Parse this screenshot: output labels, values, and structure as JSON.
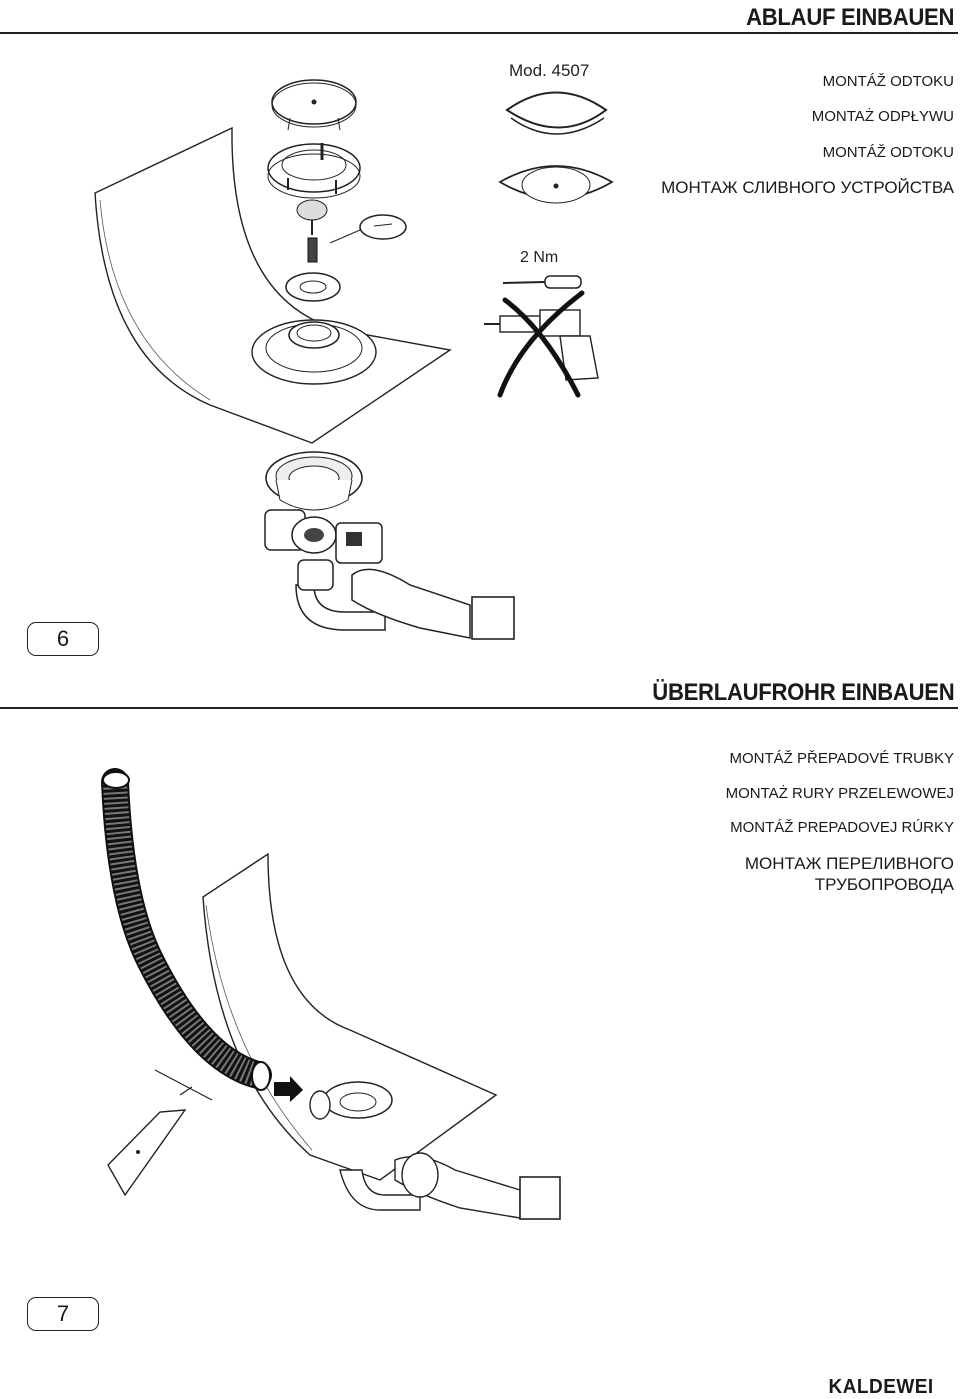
{
  "section1": {
    "title": "ABLAUF EINBAUEN",
    "model": "Mod. 4507",
    "languages": [
      "MONTÁŽ ODTOKU",
      "MONTAŻ ODPŁYWU",
      "MONTÁŽ ODTOKU",
      "МОНТАЖ СЛИВНОГО УСТРОЙСТВА"
    ],
    "torque": "2 Nm",
    "step": "6"
  },
  "section2": {
    "title": "ÜBERLAUFROHR EINBAUEN",
    "languages": [
      "MONTÁŽ PŘEPADOVÉ TRUBKY",
      "MONTAŻ RURY PRZELEWOWEJ",
      "MONTÁŽ PREPADOVEJ RÚRKY",
      "МОНТАЖ ПЕРЕЛИВНОГО",
      "ТРУБОПРОВОДА"
    ],
    "step": "7"
  },
  "brand": "KALDEWEI",
  "icons": [
    "screwdriver-icon",
    "cordless-drill-icon",
    "cross-out-icon",
    "utility-knife-icon",
    "arrow-icon"
  ]
}
